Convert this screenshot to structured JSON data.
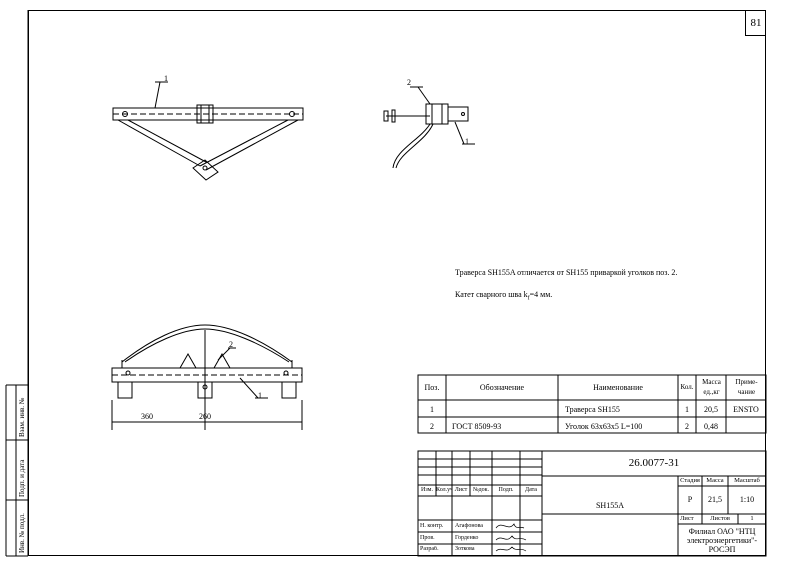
{
  "sheet_number": "81",
  "notes": {
    "line1": "Траверса SH155A отличается от SH155 приваркой уголков поз. 2.",
    "line2": "Катет сварного шва k",
    "line2_sub": "f",
    "line2_rest": "=4 мм."
  },
  "callouts": {
    "top_left_1": "1",
    "top_right_2": "2",
    "top_right_1": "1",
    "bottom_2": "2",
    "bottom_1": "1"
  },
  "dimensions": {
    "d1": "360",
    "d2": "260"
  },
  "spec_table": {
    "headers": {
      "pos": "Поз.",
      "designation": "Обозначение",
      "name": "Наименование",
      "qty": "Кол.",
      "mass": "Масса ед.,кг",
      "note": "Приме-чание"
    },
    "rows": [
      {
        "pos": "1",
        "designation": "",
        "name": "Траверса SH155",
        "qty": "1",
        "mass": "20,5",
        "note": "ENSTO"
      },
      {
        "pos": "2",
        "designation": "ГОСТ 8509-93",
        "name": "Уголок 63х63х5 L=100",
        "qty": "2",
        "mass": "0,48",
        "note": ""
      }
    ]
  },
  "title_block": {
    "document_code": "26.0077-31",
    "title": "SH155A",
    "change_headers": [
      "Изм.",
      "Кол.уч.",
      "Лист",
      "№док.",
      "Подп.",
      "Дата"
    ],
    "stage_label": "Стадия",
    "mass_label": "Масса",
    "scale_label": "Масштаб",
    "stage": "Р",
    "mass": "21,5",
    "scale": "1:10",
    "sheet_label": "Лист",
    "sheets_label": "Листов",
    "sheets_value": "1",
    "organization": "Филиал ОАО \"НТЦ электроэнергетики\"- РОСЭП",
    "signers": [
      {
        "role": "Н. контр.",
        "name": "Агафонова"
      },
      {
        "role": "Пров.",
        "name": "Горденко"
      },
      {
        "role": "Разраб.",
        "name": "Зоткова"
      }
    ]
  },
  "side_stamp": {
    "inv_orig": "Инв. № подл.",
    "sign_date": "Подп. и дата",
    "inv_dup": "Взам. инв. №"
  }
}
